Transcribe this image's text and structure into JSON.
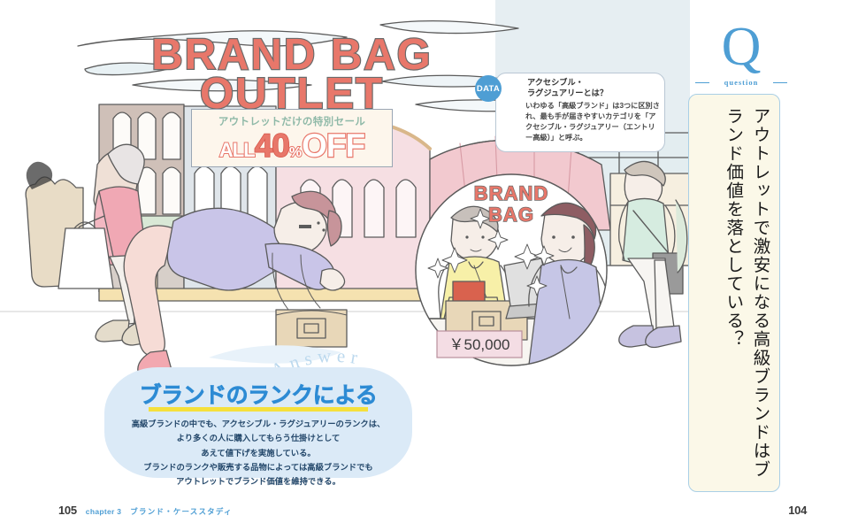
{
  "poster": {
    "title_line1": "BRAND BAG",
    "title_line2": "OUTLET",
    "sale_subtitle": "アウトレットだけの特別セール",
    "sale_all": "ALL",
    "sale_number": "40",
    "sale_percent": "%",
    "sale_off": "OFF",
    "inset_sign_line1": "BRAND",
    "inset_sign_line2": "BAG",
    "price_tag": "￥50,000"
  },
  "data_callout": {
    "badge": "DATA",
    "title": "アクセシブル・\nラグジュアリーとは？",
    "body": "いわゆる「高級ブランド」は3つに区別され、最も手が届きやすいカテゴリを「アクセシブル・ラグジュアリー（エントリー高級）」と呼ぶ。"
  },
  "answer": {
    "label": "Answer",
    "headline": "ブランドのランクによる",
    "body": "高級ブランドの中でも、アクセシブル・ラグジュアリーのランクは、\nより多くの人に購入してもらう仕掛けとして\nあえて値下げを実施している。\nブランドのランクや販売する品物によっては高級ブランドでも\nアウトレットでブランド価値を維持できる。"
  },
  "question": {
    "mark": "Q",
    "label": "question",
    "text": "アウトレットで激安になる高級ブランドはブランド価値を落としている？"
  },
  "footer": {
    "folio_left": "105",
    "chapter_no": "chapter 3",
    "chapter_title": "ブランド・ケーススタディ",
    "folio_right": "104"
  },
  "colors": {
    "accent_blue": "#4e9ed4",
    "answer_bubble": "#dbeaf7",
    "question_bg": "#fbf8e8",
    "question_border": "#a9cfe6",
    "title_coral": "#e8776a",
    "highlight_yellow": "#f5e03c"
  }
}
